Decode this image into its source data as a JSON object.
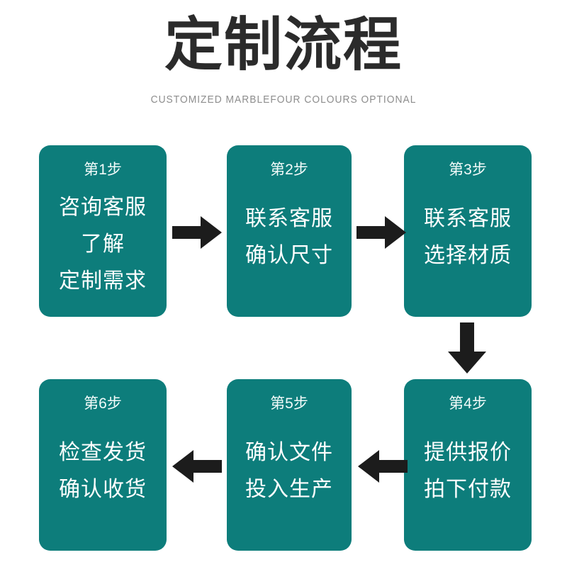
{
  "header": {
    "title": "定制流程",
    "subtitle": "CUSTOMIZED MARBLEFOUR COLOURS OPTIONAL"
  },
  "theme": {
    "box_color": "#0d7d7b",
    "arrow_color": "#1c1c1c",
    "title_color": "#2b2b2b",
    "subtitle_color": "#8d8d8d",
    "box_text_color": "#ffffff",
    "background": "#ffffff"
  },
  "flow": {
    "steps": [
      {
        "id": "step-1",
        "number_label": "第1步",
        "lines": [
          "咨询客服",
          "了解",
          "定制需求"
        ]
      },
      {
        "id": "step-2",
        "number_label": "第2步",
        "lines": [
          "联系客服",
          "确认尺寸"
        ]
      },
      {
        "id": "step-3",
        "number_label": "第3步",
        "lines": [
          "联系客服",
          "选择材质"
        ]
      },
      {
        "id": "step-4",
        "number_label": "第4步",
        "lines": [
          "提供报价",
          "拍下付款"
        ]
      },
      {
        "id": "step-5",
        "number_label": "第5步",
        "lines": [
          "确认文件",
          "投入生产"
        ]
      },
      {
        "id": "step-6",
        "number_label": "第6步",
        "lines": [
          "检查发货",
          "确认收货"
        ]
      }
    ],
    "connectors": [
      {
        "id": "arrow-1-2",
        "direction": "right",
        "from": "step-1",
        "to": "step-2"
      },
      {
        "id": "arrow-2-3",
        "direction": "right",
        "from": "step-2",
        "to": "step-3"
      },
      {
        "id": "arrow-3-4",
        "direction": "down",
        "from": "step-3",
        "to": "step-4"
      },
      {
        "id": "arrow-4-5",
        "direction": "left",
        "from": "step-4",
        "to": "step-5"
      },
      {
        "id": "arrow-5-6",
        "direction": "left",
        "from": "step-5",
        "to": "step-6"
      }
    ]
  }
}
